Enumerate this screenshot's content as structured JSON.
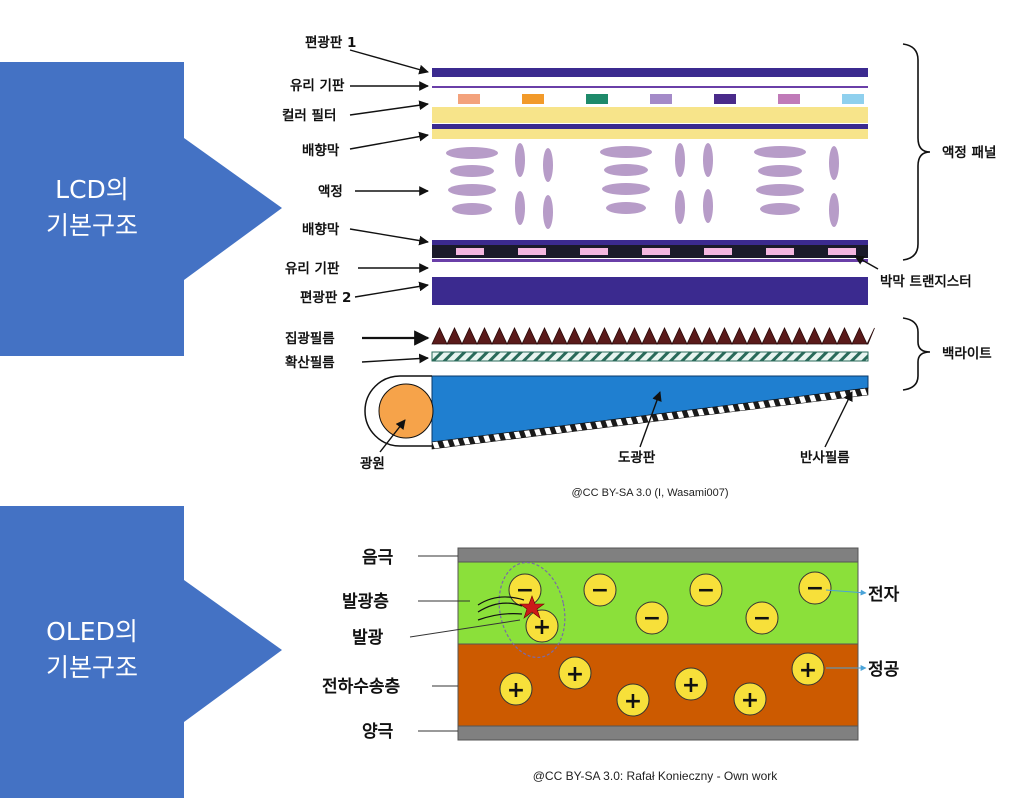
{
  "lcd": {
    "arrow_label_1": "LCD의",
    "arrow_label_2": "기본구조",
    "labels": {
      "polarizer1": "편광판 1",
      "glass_top": "유리 기판",
      "color_filter": "컬러 필터",
      "align_top": "배향막",
      "liquid_crystal": "액정",
      "align_bottom": "배향막",
      "glass_bottom": "유리 기판",
      "polarizer2": "편광판 2",
      "prism_film": "집광필름",
      "diffuser_film": "확산필름",
      "light_source": "광원",
      "light_guide": "도광판",
      "reflector": "반사필름",
      "lc_panel": "액정 패널",
      "tft": "박막 트랜지스터",
      "backlight": "백라이트"
    },
    "credit": "@CC BY-SA 3.0 (I, Wasami007)",
    "colors": {
      "arrow": "#4472C4",
      "polarizer": "#3b2a8f",
      "glass": "#6a3fa8",
      "filter_yellow": "#f7e48a",
      "lc": "#b79cc8",
      "light_guide": "#1f7fd0",
      "prism": "#5a1a1a",
      "light_source": "#f6a34a"
    },
    "filter_colors": [
      "#f3a27c",
      "#f29a2a",
      "#1e8a6a",
      "#a48ac8",
      "#4a2a8a",
      "#c07ab8",
      "#8fd0ee"
    ]
  },
  "oled": {
    "arrow_label_1": "OLED의",
    "arrow_label_2": "기본구조",
    "labels": {
      "cathode": "음극",
      "emissive_layer": "발광층",
      "emission": "발광",
      "hole_transport": "전하수송층",
      "anode": "양극",
      "electron": "전자",
      "hole": "정공"
    },
    "minus_sign": "−",
    "plus_sign": "+",
    "credit": "@CC BY-SA 3.0: Rafał Konieczny - Own work",
    "colors": {
      "electrode": "#808080",
      "emissive": "#8be03a",
      "transport": "#cc5a00",
      "particle": "#f7e03a"
    }
  }
}
